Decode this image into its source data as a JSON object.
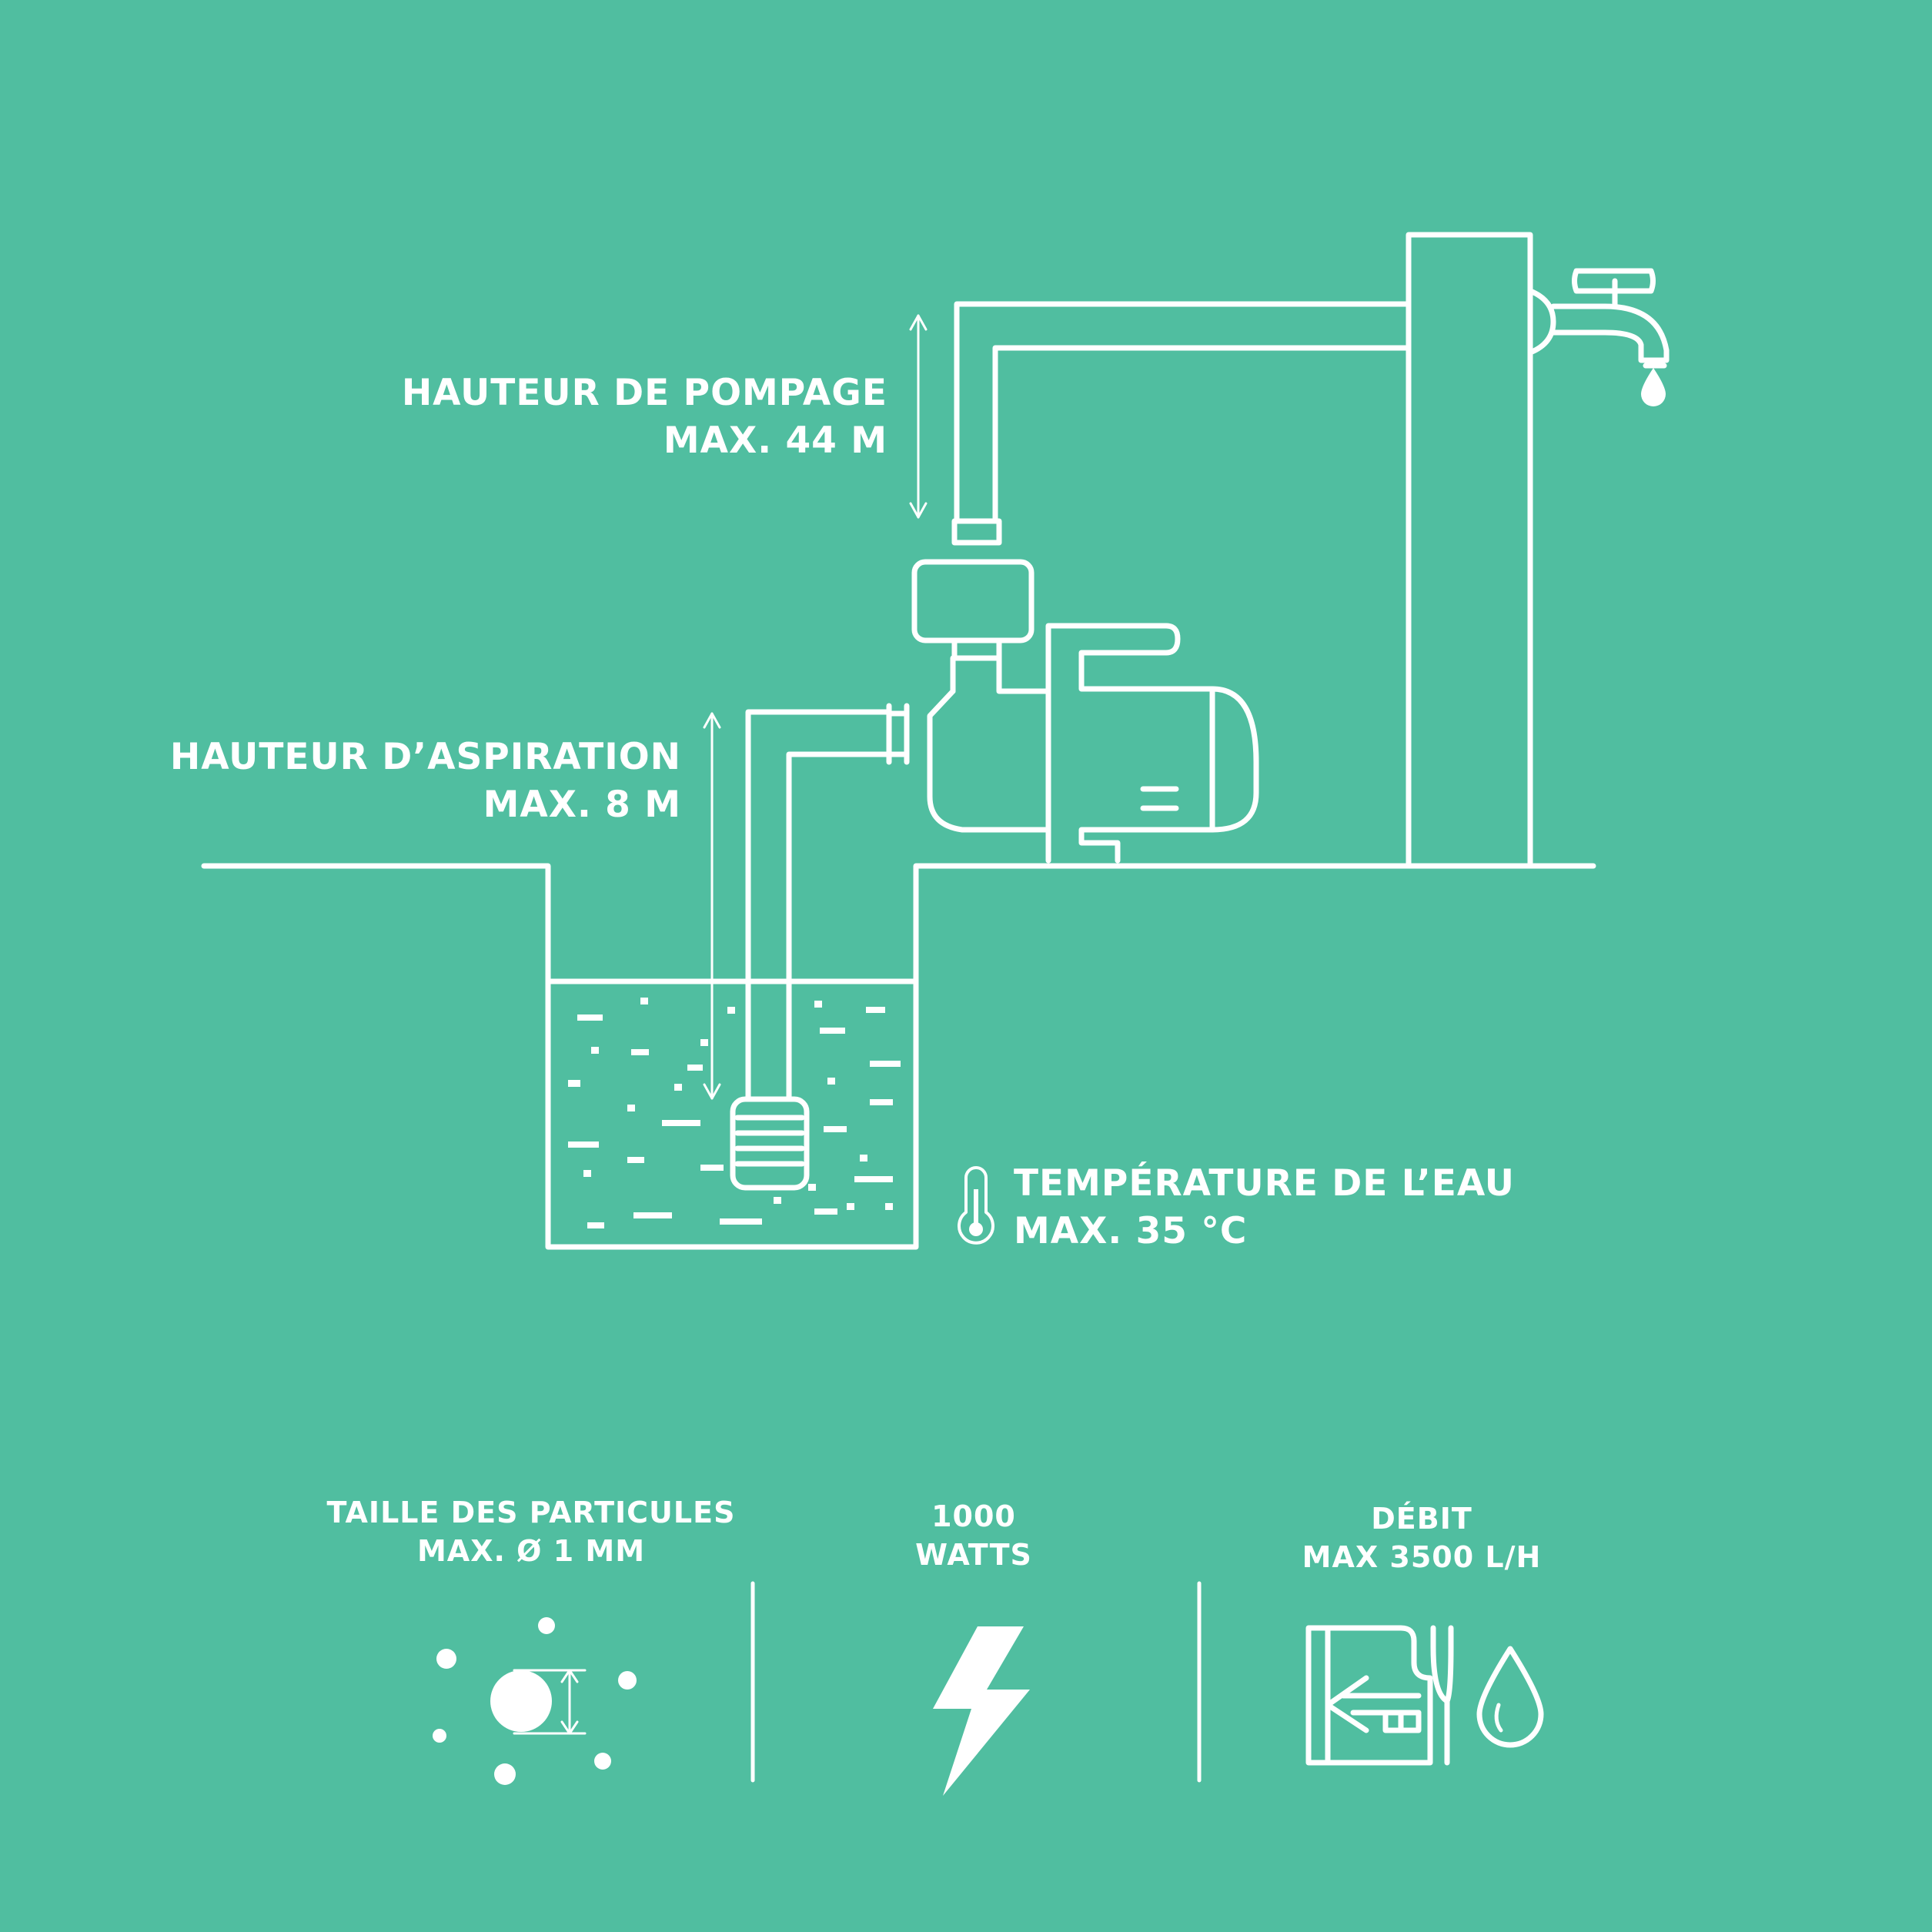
{
  "colors": {
    "background": "#50BEA0",
    "line": "#FFFFFF"
  },
  "labels": {
    "pumping_height": {
      "line1": "HAUTEUR DE POMPAGE",
      "line2": "MAX. 44 M"
    },
    "suction_height": {
      "line1": "HAUTEUR D’ASPIRATION",
      "line2": "MAX. 8 M"
    },
    "water_temperature": {
      "line1": "TEMPÉRATURE DE L’EAU",
      "line2": "MAX. 35 °C"
    }
  },
  "features": [
    {
      "line1": "TAILLE DES PARTICULES",
      "line2": "MAX. Ø 1 MM",
      "icon": "particle-size-icon"
    },
    {
      "line1": "1000",
      "line2": "WATTS",
      "icon": "lightning-bolt-icon"
    },
    {
      "line1": "DÉBIT",
      "line2": "MAX 3500 L/H",
      "icon": "flow-rate-icon"
    }
  ]
}
